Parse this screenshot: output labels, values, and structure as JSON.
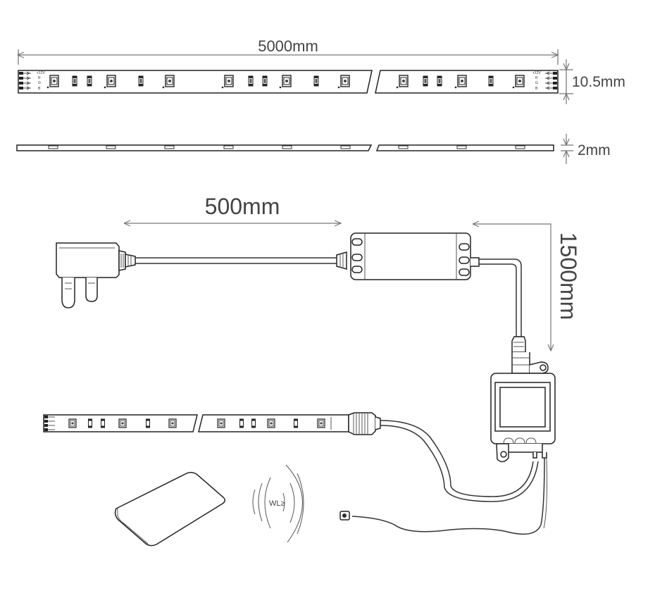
{
  "dimensions": {
    "strip_length": "5000mm",
    "strip_width": "10.5mm",
    "strip_thickness": "2mm",
    "plug_cable_length": "500mm",
    "driver_cable_length": "1500mm"
  },
  "pin_labels": [
    "+12V",
    "R",
    "G",
    "B"
  ],
  "remote_label": "WL≥"
}
